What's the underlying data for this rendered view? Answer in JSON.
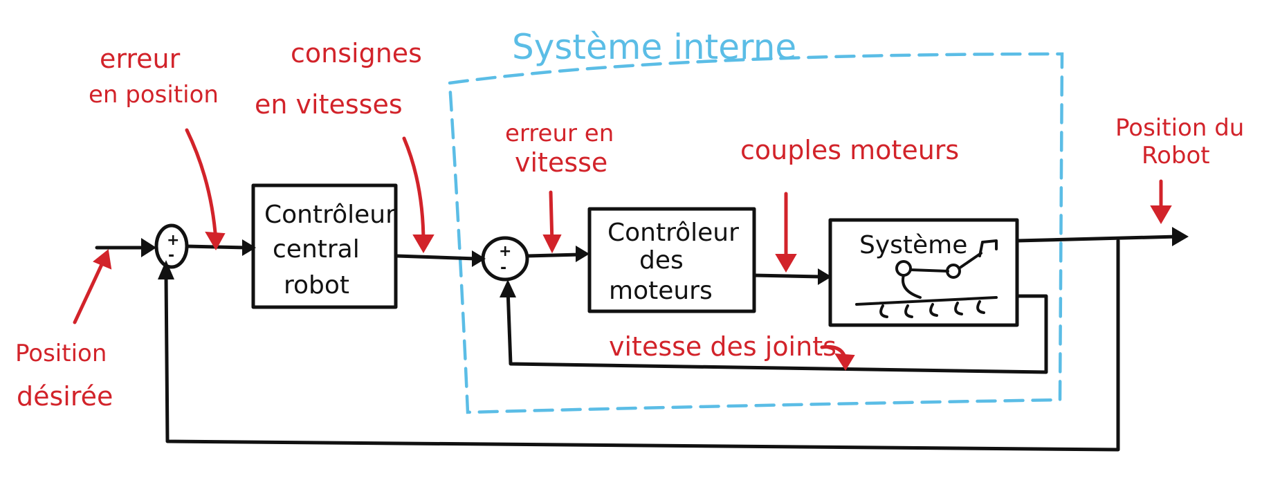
{
  "colors": {
    "ink": "#111111",
    "annotation": "#d2232a",
    "internal_system_outline": "#5bbde6"
  },
  "internal_system": {
    "title": "Système interne"
  },
  "blocks": {
    "central_controller": {
      "line1": "Contrôleur",
      "line2": "central",
      "line3": "robot"
    },
    "motor_controller": {
      "line1": "Contrôleur",
      "line2": "des",
      "line3": "moteurs"
    },
    "system": {
      "title": "Système",
      "icon": "robot-arm-icon"
    }
  },
  "summing_junctions": {
    "outer": {
      "plus": "+",
      "minus": "-"
    },
    "inner": {
      "plus": "+",
      "minus": "-"
    }
  },
  "annotations": {
    "position_error": {
      "line1": "erreur",
      "line2": "en position"
    },
    "speed_setpoints": {
      "line1": "consignes",
      "line2": "en vitesses"
    },
    "speed_error": {
      "line1": "erreur en",
      "line2": "vitesse"
    },
    "motor_torques": {
      "text": "couples moteurs"
    },
    "robot_position": {
      "line1": "Position du",
      "line2": "Robot"
    },
    "desired_position": {
      "line1": "Position",
      "line2": "désirée"
    },
    "joint_speed": {
      "text": "vitesse des joints"
    }
  }
}
